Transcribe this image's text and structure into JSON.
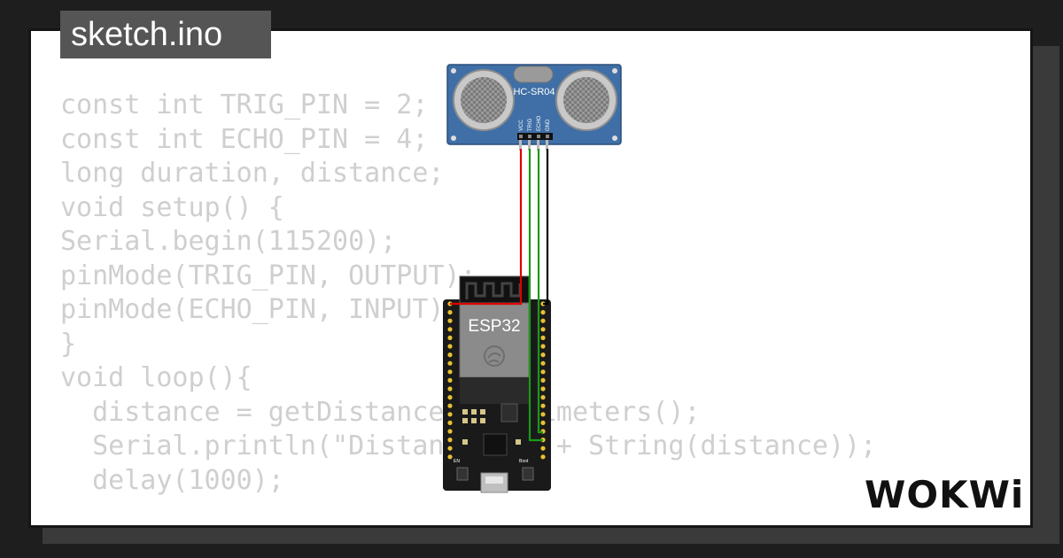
{
  "file": {
    "name": "sketch.ino"
  },
  "code_lines": [
    "const int TRIG_PIN = 2;",
    "const int ECHO_PIN = 4;",
    "long duration, distance;",
    "void setup() {",
    "Serial.begin(115200);",
    "pinMode(TRIG_PIN, OUTPUT);",
    "pinMode(ECHO_PIN, INPUT);",
    "}",
    "void loop(){",
    "  distance = getDistanceInCentimeters();",
    "  Serial.println(\"Distance = \" + String(distance));",
    "  delay(1000);"
  ],
  "sensor": {
    "label": "HC-SR04",
    "pins": [
      "VCC",
      "TRIG",
      "ECHO",
      "GND"
    ]
  },
  "board": {
    "label": "ESP32",
    "en_label": "EN",
    "boot_label": "Boot"
  },
  "brand": {
    "logo": "WOKWi"
  },
  "colors": {
    "wire_vcc": "#e00000",
    "wire_trig": "#1a9a1a",
    "wire_echo": "#1a9a1a",
    "wire_gnd": "#000000",
    "sensor_board": "#3f6fa6",
    "esp_board": "#1a1a1a"
  }
}
